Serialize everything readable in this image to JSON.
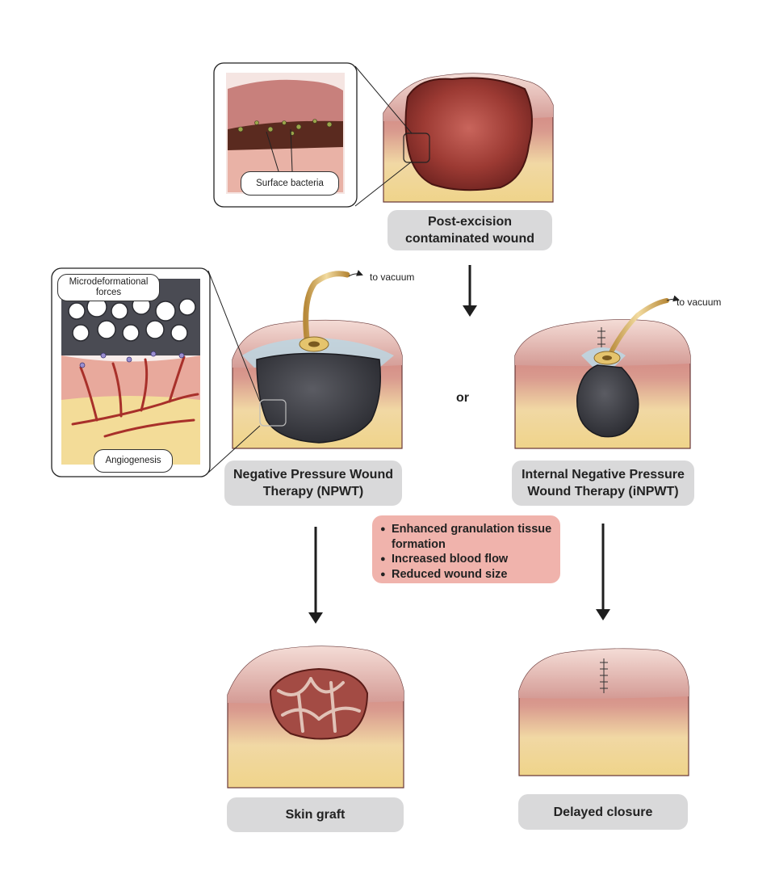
{
  "inset_top": {
    "label": "Surface bacteria"
  },
  "inset_left": {
    "label_top": "Microdeformational forces",
    "label_bottom": "Angiogenesis"
  },
  "stages": {
    "contaminated": "Post-excision contaminated wound",
    "npwt": "Negative Pressure Wound Therapy (NPWT)",
    "inpwt": "Internal Negative Pressure Wound Therapy (iNPWT)",
    "skin_graft": "Skin graft",
    "delayed": "Delayed closure"
  },
  "vacuum_label": "to vacuum",
  "or_label": "or",
  "benefits": [
    "Enhanced granulation tissue formation",
    "Increased blood flow",
    "Reduced wound size"
  ],
  "colors": {
    "skin": "#c9787b",
    "fat": "#efd693",
    "wound": "#8e2f2a",
    "foam": "#3a3b42",
    "label_bg": "#d9d9da",
    "benefit_bg": "#f0b3ac",
    "arrow": "#1e1e1e"
  }
}
